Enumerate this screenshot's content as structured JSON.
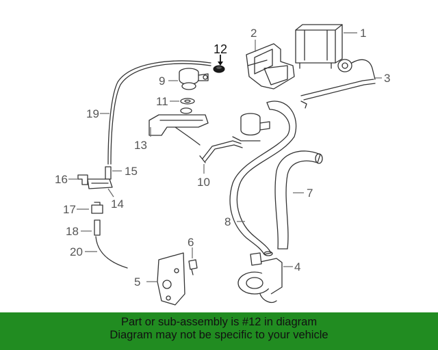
{
  "diagram": {
    "highlighted_part": "12",
    "callouts": [
      "1",
      "2",
      "3",
      "4",
      "5",
      "6",
      "7",
      "8",
      "9",
      "10",
      "11",
      "12",
      "13",
      "14",
      "15",
      "16",
      "17",
      "18",
      "19",
      "20"
    ]
  },
  "banner": {
    "line1": "Part or sub-assembly is #12 in diagram",
    "line2": "Diagram may not be specific to your vehicle",
    "color": "#218c21"
  }
}
